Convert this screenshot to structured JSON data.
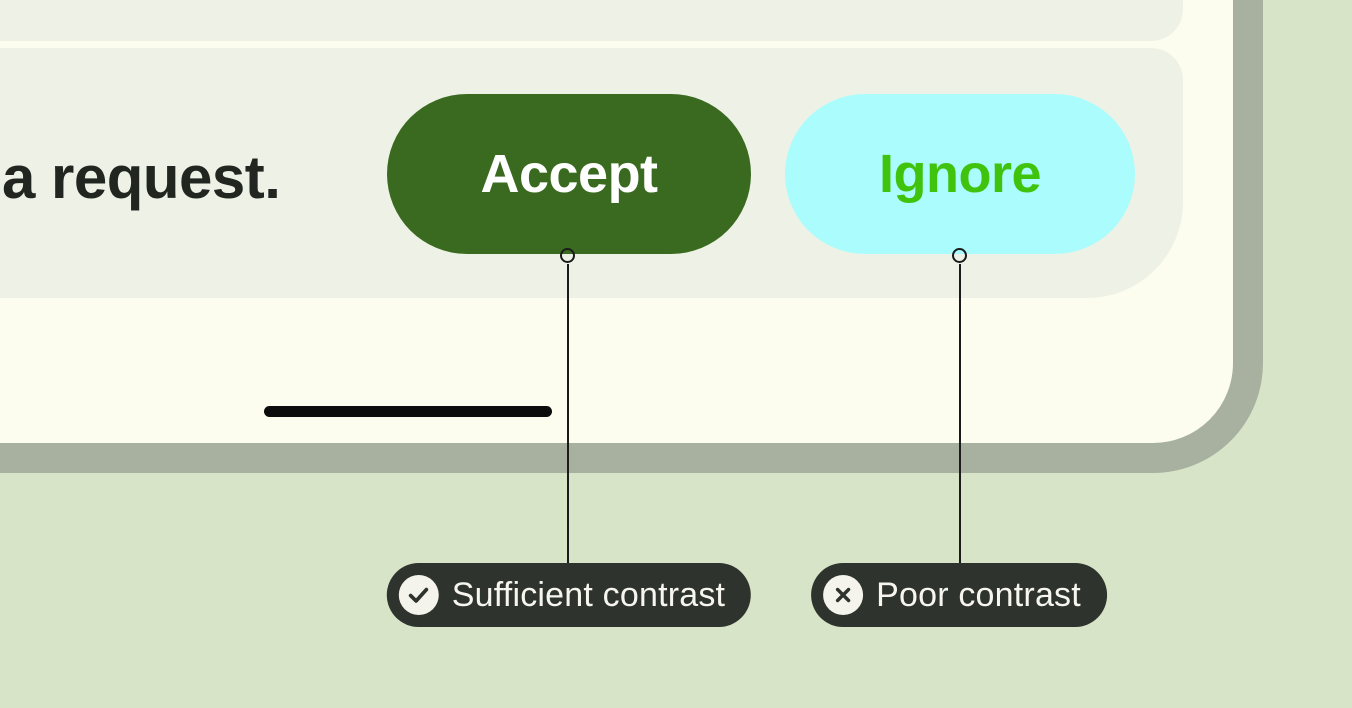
{
  "page": {
    "background": "#d8e4c8"
  },
  "mockup": {
    "card_bg": "#fcfcef",
    "frame_color": "#a8b1a0",
    "panel_bg": "#eef2e6",
    "message_text": "a request.",
    "message_color": "#212621",
    "placeholder_bar_color": "#0c0c0c",
    "buttons": [
      {
        "label": "Accept",
        "bg": "#3a6a20",
        "text_color": "#ffffff"
      },
      {
        "label": "Ignore",
        "bg": "#abfcfc",
        "text_color": "#40c30d"
      }
    ]
  },
  "callouts": {
    "line_color": "#1b1b1b",
    "badge_bg": "#2e332d",
    "badge_text_color": "#f7f6ee",
    "icon_circle_bg": "#f5f4ec",
    "icon_glyph_color": "#2e332d",
    "items": [
      {
        "label": "Sufficient contrast",
        "icon": "check"
      },
      {
        "label": "Poor contrast",
        "icon": "x"
      }
    ]
  }
}
